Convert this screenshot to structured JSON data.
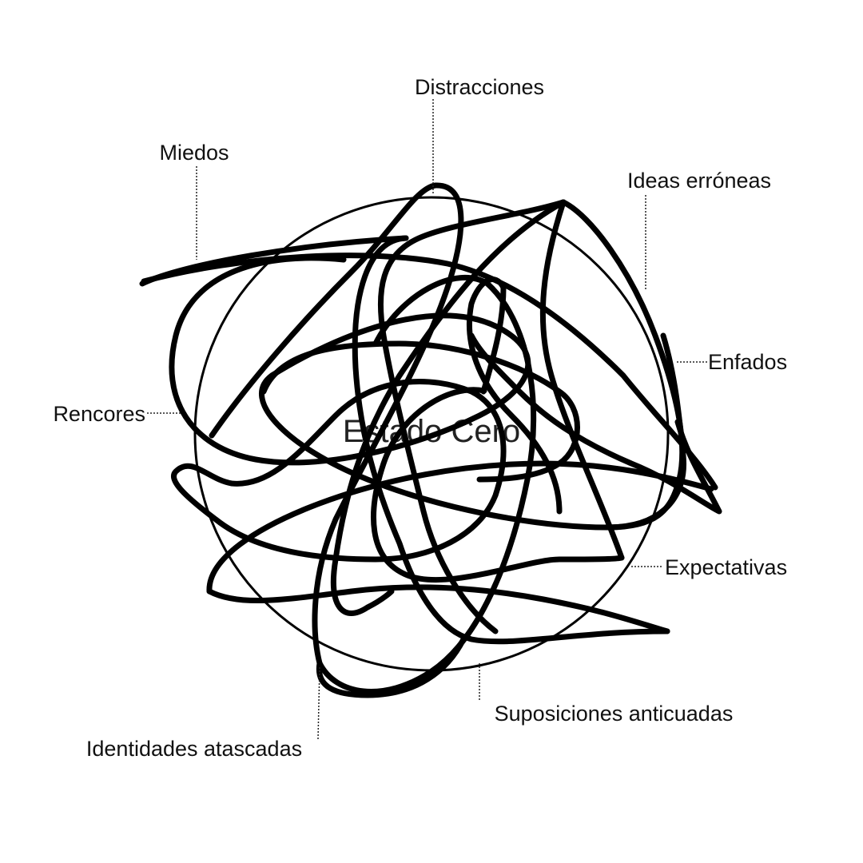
{
  "center": {
    "label": "Estado Cero"
  },
  "labels": {
    "distracciones": "Distracciones",
    "miedos": "Miedos",
    "ideas_erroneas": "Ideas erróneas",
    "enfados": "Enfados",
    "rencores": "Rencores",
    "expectativas": "Expectativas",
    "suposiciones_anticuadas": "Suposiciones anticuadas",
    "identidades_atascadas": "Identidades atascadas"
  },
  "colors": {
    "ink": "#000000",
    "background": "#ffffff"
  }
}
